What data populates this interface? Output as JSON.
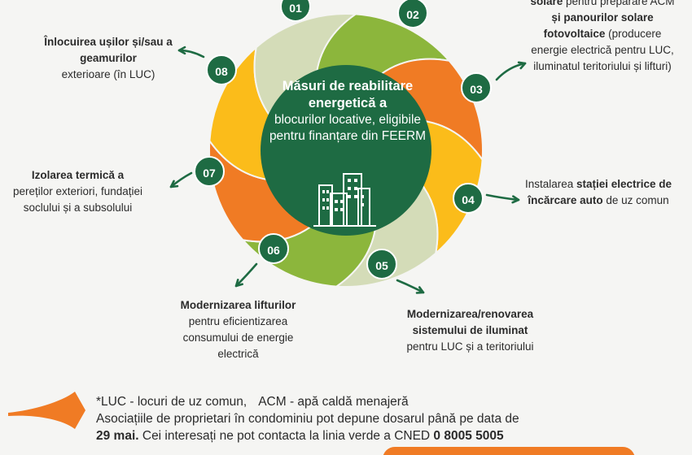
{
  "center": {
    "title": "Măsuri de reabilitare energetică a",
    "subtitle": "blocurilor locative, eligibile pentru finanțare din FEERM"
  },
  "steps": [
    {
      "num": "01"
    },
    {
      "num": "02"
    },
    {
      "num": "03",
      "text_bold_1": "solare",
      "text_normal_1": " pentru preparare ACM ",
      "text_bold_2": "și panourilor solare fotovoltaice",
      "text_normal_2": " (producere energie electrică pentru LUC, iluminatul teritoriului și lifturi)"
    },
    {
      "num": "04",
      "text_normal_1": "Instalarea ",
      "text_bold_1": "stației electrice de încărcare auto",
      "text_normal_2": " de uz comun"
    },
    {
      "num": "05",
      "text_bold_1": "Modernizarea/renovarea sistemului de iluminat",
      "text_normal_1": "pentru LUC și a teritoriului"
    },
    {
      "num": "06",
      "text_bold_1": "Modernizarea lifturilor",
      "text_normal_1": "pentru eficientizarea consumului de energie electrică"
    },
    {
      "num": "07",
      "text_bold_1": "Izolarea termică a",
      "text_normal_1": "pereților exteriori, fundației soclului și a subsolului"
    },
    {
      "num": "08",
      "text_bold_1": "Înlocuirea ușilor și/sau a geamurilor",
      "text_normal_1": "exterioare (în LUC)"
    }
  ],
  "footer": {
    "legend_luc": "*LUC - locuri de uz comun,",
    "legend_acm": "ACM - apă caldă menajeră",
    "line2": "Asociațiile de proprietari în condominiu pot depune dosarul până pe data de",
    "deadline": "29 mai.",
    "line3": " Cei interesați ne pot contacta la linia verde a CNED ",
    "phone": "0 8005 5005"
  },
  "colors": {
    "dark_green": "#1e6b43",
    "light_green": "#8cb63c",
    "orange": "#f07b24",
    "yellow": "#fbbc1a",
    "pale_green": "#d4dcb8",
    "background": "#f5f5f3"
  }
}
